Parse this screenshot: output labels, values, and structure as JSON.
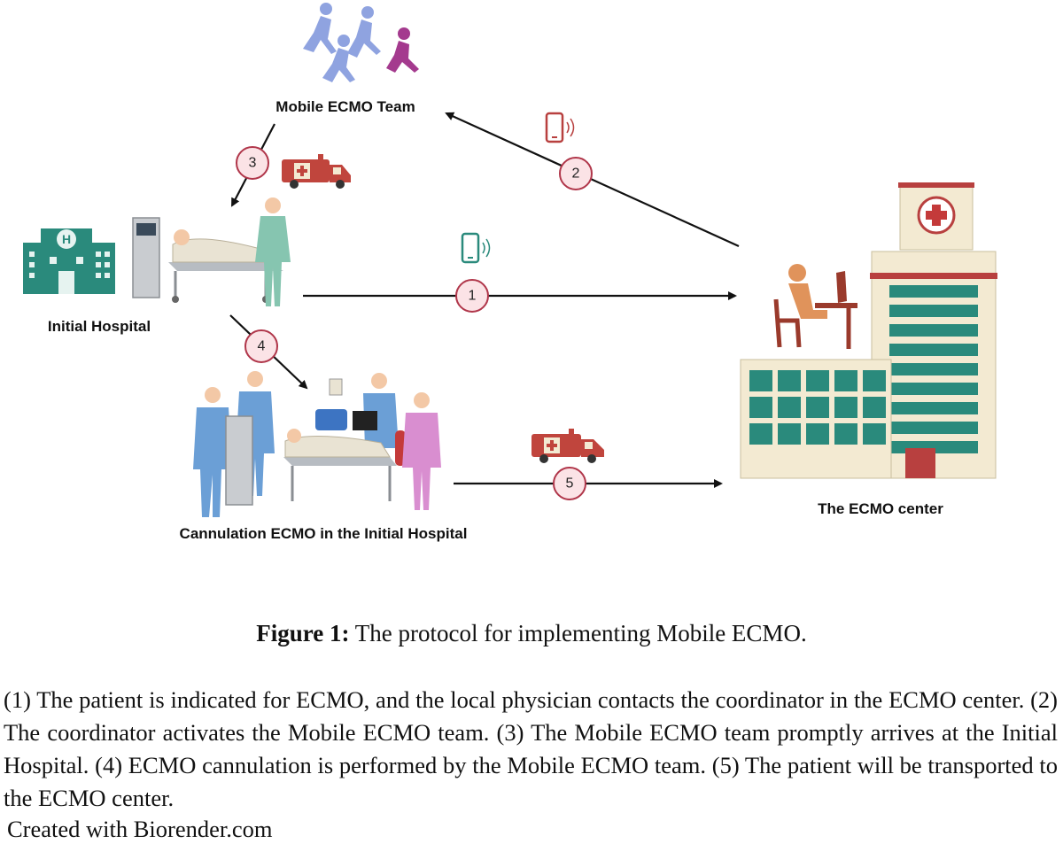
{
  "nodes": {
    "team": "Mobile ECMO Team",
    "initial_hospital": "Initial Hospital",
    "cannulation": "Cannulation ECMO in the Initial Hospital",
    "ecmo_center": "The ECMO center"
  },
  "steps": [
    "1",
    "2",
    "3",
    "4",
    "5"
  ],
  "icons": {
    "team": "running-people-icon",
    "hospital": "hospital-building-icon",
    "ambulance": "ambulance-icon",
    "phone": "phone-icon",
    "patient_bed": "patient-bed-icon",
    "doctor": "doctor-icon",
    "coordinator": "coordinator-desk-icon",
    "center": "ecmo-center-building-icon"
  },
  "colors": {
    "step_fill": "#fbe3e6",
    "step_stroke": "#b0364a",
    "hospital_teal": "#2a8a7c",
    "ambulance_red": "#c0453d",
    "team_blue": "#8fa3e0",
    "team_purple": "#a43a8e"
  },
  "caption": {
    "label": "Figure 1:",
    "text": " The protocol for implementing Mobile ECMO."
  },
  "notes": "(1) The patient is indicated for ECMO, and the local physician contacts the coordinator in the ECMO center. (2) The coordinator activates the Mobile ECMO team. (3) The Mobile ECMO team promptly arrives at the Initial Hospital. (4) ECMO cannulation is performed by the Mobile ECMO team. (5) The patient will be transported to the ECMO center.",
  "credit": "Created with Biorender.com"
}
